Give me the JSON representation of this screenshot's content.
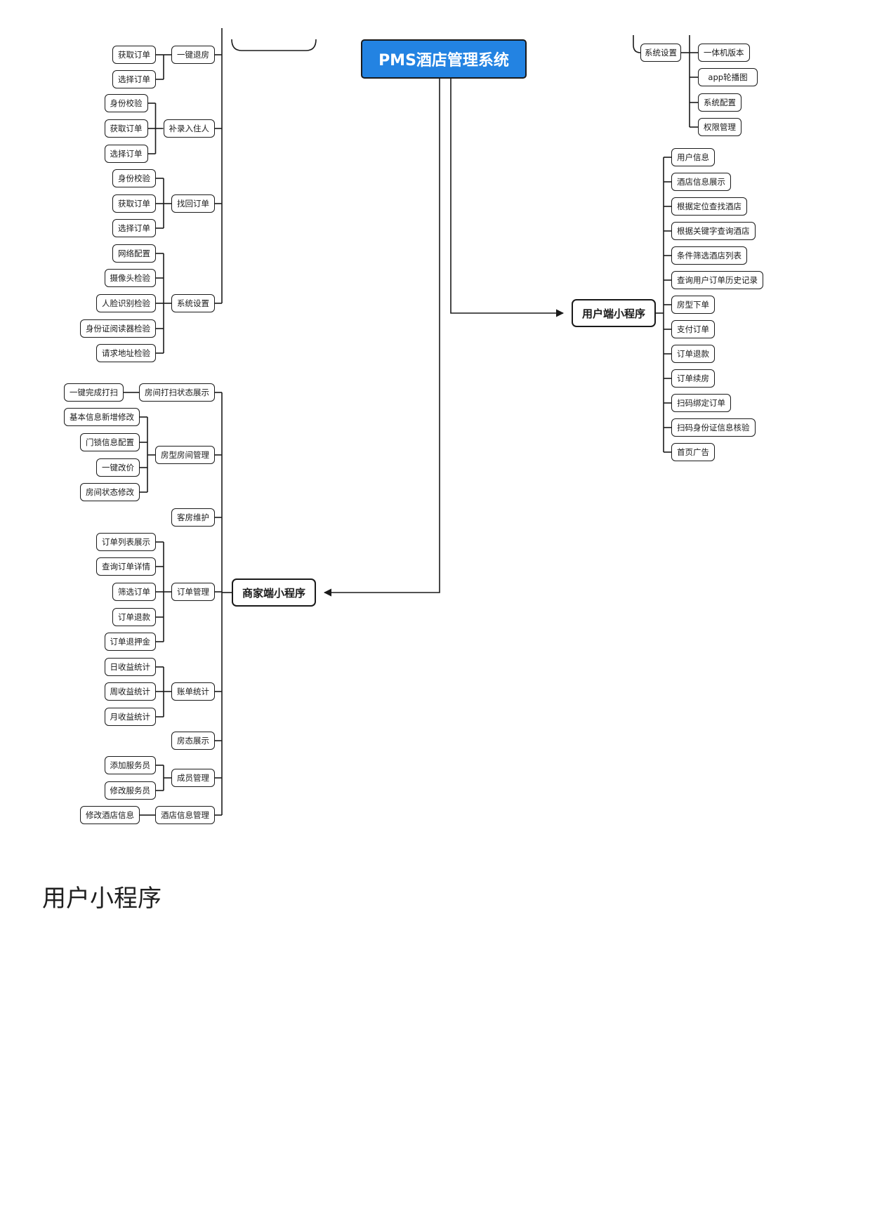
{
  "heading": "用户小程序",
  "diagram": {
    "root": "PMS酒店管理系统",
    "kiosk": {
      "one_click_checkout": {
        "label": "一键退房",
        "children": [
          "获取订单",
          "选择订单"
        ]
      },
      "supplement_guest": {
        "label": "补录入住人",
        "children": [
          "身份校验",
          "获取订单",
          "选择订单"
        ]
      },
      "retrieve_order": {
        "label": "找回订单",
        "children": [
          "身份校验",
          "获取订单",
          "选择订单"
        ]
      },
      "system_settings": {
        "label": "系统设置",
        "children": [
          "网络配置",
          "摄像头检验",
          "人脸识别检验",
          "身份证阅读器检验",
          "请求地址检验"
        ]
      }
    },
    "admin": {
      "system_settings": {
        "label": "系统设置",
        "children": [
          "一体机版本",
          "app轮播图",
          "系统配置",
          "权限管理"
        ]
      }
    },
    "user_app": {
      "label": "用户端小程序",
      "children": [
        "用户信息",
        "酒店信息展示",
        "根据定位查找酒店",
        "根据关键字查询酒店",
        "条件筛选酒店列表",
        "查询用户订单历史记录",
        "房型下单",
        "支付订单",
        "订单退款",
        "订单续房",
        "扫码绑定订单",
        "扫码身份证信息核验",
        "首页广告"
      ]
    },
    "merchant_app": {
      "label": "商家端小程序",
      "groups": [
        {
          "label": "房间打扫状态展示",
          "children": [
            "一键完成打扫"
          ]
        },
        {
          "label": "房型房间管理",
          "children": [
            "基本信息新增修改",
            "门锁信息配置",
            "一键改价",
            "房间状态修改"
          ]
        },
        {
          "label": "客房维护",
          "children": []
        },
        {
          "label": "订单管理",
          "children": [
            "订单列表展示",
            "查询订单详情",
            "筛选订单",
            "订单退款",
            "订单退押金"
          ]
        },
        {
          "label": "账单统计",
          "children": [
            "日收益统计",
            "周收益统计",
            "月收益统计"
          ]
        },
        {
          "label": "房态展示",
          "children": []
        },
        {
          "label": "成员管理",
          "children": [
            "添加服务员",
            "修改服务员"
          ]
        },
        {
          "label": "酒店信息管理",
          "children": [
            "修改酒店信息"
          ]
        }
      ]
    }
  }
}
